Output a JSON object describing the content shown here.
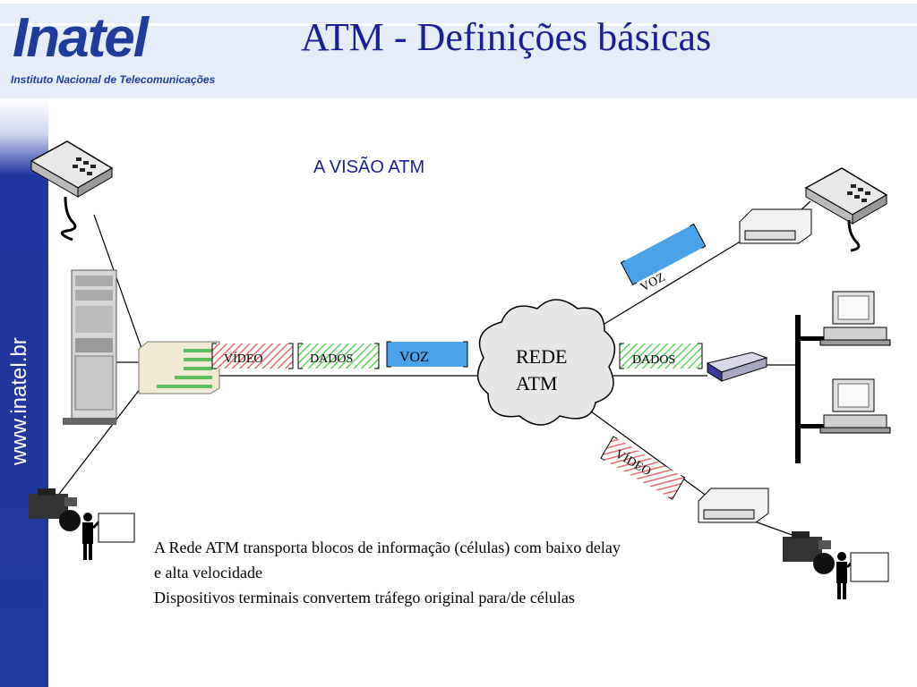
{
  "header": {
    "logo_text": "Inatel",
    "logo_subtitle": "Instituto Nacional de Telecomunicações",
    "title": "ATM - Definições básicas"
  },
  "sidebar": {
    "url": "www.inatel.br"
  },
  "diagram": {
    "subtitle": "A VISÃO ATM",
    "cloud_line1": "REDE",
    "cloud_line2": "ATM",
    "cells_left": [
      "VÍDEO",
      "DADOS",
      "VOZ"
    ],
    "cell_voz_right": "VOZ",
    "cell_dados_right": "DADOS",
    "cell_video_right": "VÍDEO"
  },
  "description": {
    "line1": "A Rede ATM transporta blocos de informação (células) com baixo delay",
    "line2": "e alta velocidade",
    "line3": "Dispositivos terminais convertem tráfego original para/de células"
  },
  "colors": {
    "title": "#1b1f96",
    "brand": "#1d3c9c",
    "voz_cell": "#4aa3e8",
    "dados_hatch": "#5fd35f",
    "video_hatch": "#e86a6a"
  }
}
